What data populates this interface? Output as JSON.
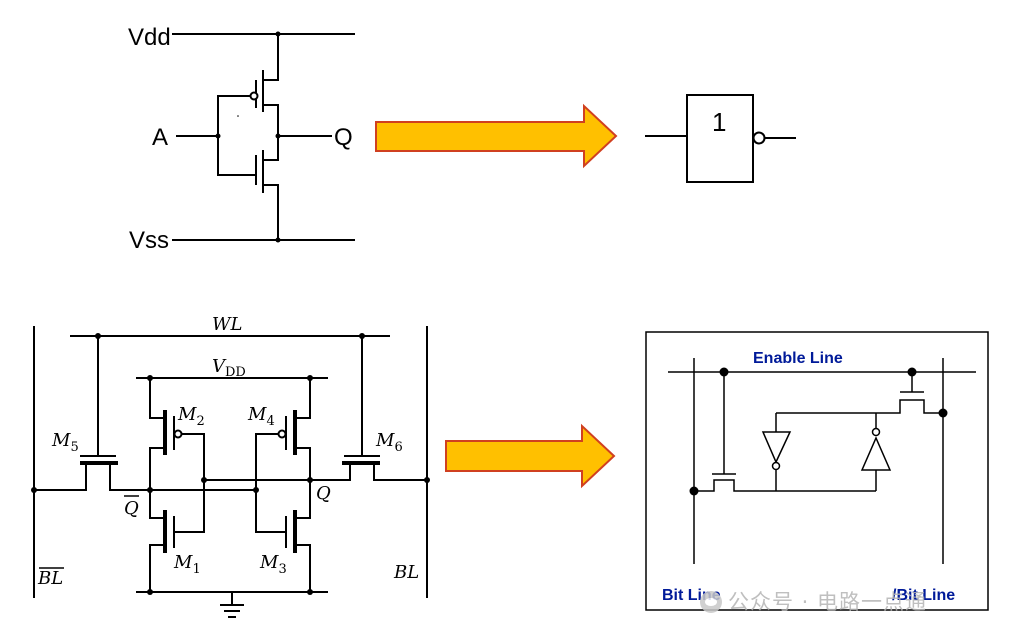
{
  "inverter_schematic": {
    "vdd": "Vdd",
    "vss": "Vss",
    "input": "A",
    "output": "Q"
  },
  "inverter_symbol": {
    "gate_text": "1"
  },
  "sram_schematic": {
    "word_line": "WL",
    "vdd_main": "V",
    "vdd_sub": "DD",
    "bl_left": "BL",
    "bl_right": "BL",
    "q_bar": "Q",
    "q": "Q",
    "transistors": [
      {
        "main": "M",
        "sub": "1"
      },
      {
        "main": "M",
        "sub": "2"
      },
      {
        "main": "M",
        "sub": "3"
      },
      {
        "main": "M",
        "sub": "4"
      },
      {
        "main": "M",
        "sub": "5"
      },
      {
        "main": "M",
        "sub": "6"
      }
    ]
  },
  "sram_block": {
    "enable_line": "Enable Line",
    "bit_line_left": "Bit Line",
    "bit_line_right": "/Bit Line",
    "text_color": "#001a99"
  },
  "arrows": {
    "fill": "#ffc000",
    "stroke": "#d04020"
  },
  "watermark": {
    "text": "公众号 · 电路一点通"
  }
}
